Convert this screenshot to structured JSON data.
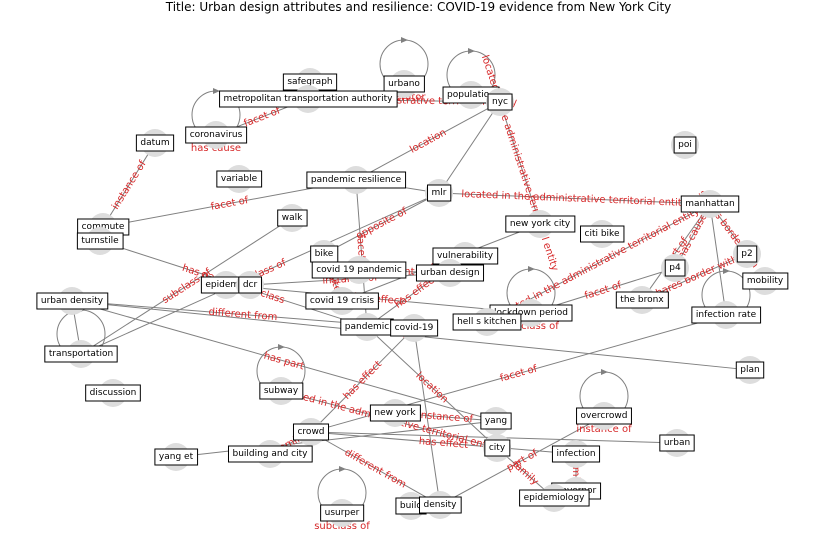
{
  "title": "Title: Urban design attributes and resilience: COVID-19 evidence from New York City",
  "colors": {
    "edge": "#808080",
    "edge_label": "#d62728",
    "node_fill": "#dddddd",
    "box_border": "#000000"
  },
  "nodes": [
    {
      "id": "safegraph",
      "label": "safegraph"
    },
    {
      "id": "urbano",
      "label": "urbano"
    },
    {
      "id": "population",
      "label": "population"
    },
    {
      "id": "nyc",
      "label": "nyc"
    },
    {
      "id": "mta",
      "label": "metropolitan transportation authority"
    },
    {
      "id": "datum",
      "label": "datum"
    },
    {
      "id": "coronavirus",
      "label": "coronavirus"
    },
    {
      "id": "poi",
      "label": "poi"
    },
    {
      "id": "variable",
      "label": "variable"
    },
    {
      "id": "pandemic_resilience",
      "label": "pandemic resilience"
    },
    {
      "id": "mlr",
      "label": "mlr"
    },
    {
      "id": "manhattan",
      "label": "manhattan"
    },
    {
      "id": "walk",
      "label": "walk"
    },
    {
      "id": "commute",
      "label": "commute"
    },
    {
      "id": "turnstile",
      "label": "turnstile"
    },
    {
      "id": "new_york_city",
      "label": "new york city"
    },
    {
      "id": "citi_bike",
      "label": "citi bike"
    },
    {
      "id": "bike",
      "label": "bike"
    },
    {
      "id": "vulnerability",
      "label": "vulnerability"
    },
    {
      "id": "p2",
      "label": "p2"
    },
    {
      "id": "covid19_pandemic",
      "label": "covid 19 pandemic"
    },
    {
      "id": "urban_design",
      "label": "urban design"
    },
    {
      "id": "p4",
      "label": "p4"
    },
    {
      "id": "mobility",
      "label": "mobility"
    },
    {
      "id": "epidemic",
      "label": "epidemic"
    },
    {
      "id": "dcr",
      "label": "dcr"
    },
    {
      "id": "urban_density",
      "label": "urban density"
    },
    {
      "id": "covid19_crisis",
      "label": "covid 19 crisis"
    },
    {
      "id": "the_bronx",
      "label": "the bronx"
    },
    {
      "id": "lockdown_period",
      "label": "lockdown period"
    },
    {
      "id": "infection_rate",
      "label": "infection rate"
    },
    {
      "id": "hells_kitchen",
      "label": "hell s kitchen"
    },
    {
      "id": "pandemic",
      "label": "pandemic"
    },
    {
      "id": "covid19",
      "label": "covid-19"
    },
    {
      "id": "transportation",
      "label": "transportation"
    },
    {
      "id": "plan",
      "label": "plan"
    },
    {
      "id": "discussion",
      "label": "discussion"
    },
    {
      "id": "subway",
      "label": "subway"
    },
    {
      "id": "new_york",
      "label": "new york"
    },
    {
      "id": "overcrowd",
      "label": "overcrowd"
    },
    {
      "id": "yang",
      "label": "yang"
    },
    {
      "id": "crowd",
      "label": "crowd"
    },
    {
      "id": "urban",
      "label": "urban"
    },
    {
      "id": "city",
      "label": "city"
    },
    {
      "id": "infection",
      "label": "infection"
    },
    {
      "id": "yang_et",
      "label": "yang et"
    },
    {
      "id": "building_and_city",
      "label": "building and city"
    },
    {
      "id": "governor",
      "label": "governor"
    },
    {
      "id": "epidemiology",
      "label": "epidemiology"
    },
    {
      "id": "usurper",
      "label": "usurper"
    },
    {
      "id": "build",
      "label": "build"
    },
    {
      "id": "density",
      "label": "density"
    }
  ],
  "edges": [
    {
      "from": "commute",
      "to": "datum",
      "label": "instance of"
    },
    {
      "from": "mta",
      "to": "coronavirus",
      "label": "facet of"
    },
    {
      "from": "coronavirus",
      "to": "coronavirus",
      "label": "has cause"
    },
    {
      "from": "urbano",
      "to": "urbano",
      "label": "operator"
    },
    {
      "from": "population",
      "to": "population",
      "label": ""
    },
    {
      "from": "mta",
      "to": "nyc",
      "label": "located in the administrative territorial entity"
    },
    {
      "from": "nyc",
      "to": "new_york_city",
      "label": "located in the administrative territorial entity"
    },
    {
      "from": "pandemic_resilience",
      "to": "nyc",
      "label": "location"
    },
    {
      "from": "commute",
      "to": "pandemic_resilience",
      "label": "facet of"
    },
    {
      "from": "mlr",
      "to": "manhattan",
      "label": "located in the administrative territorial entity"
    },
    {
      "from": "mlr",
      "to": "nyc",
      "label": ""
    },
    {
      "from": "pandemic_resilience",
      "to": "mlr",
      "label": ""
    },
    {
      "from": "bike",
      "to": "mlr",
      "label": "opposite of"
    },
    {
      "from": "pandemic_resilience",
      "to": "pandemic",
      "label": "facet of"
    },
    {
      "from": "manhattan",
      "to": "p2",
      "label": "shares border with"
    },
    {
      "from": "manhattan",
      "to": "p4",
      "label": "has cause"
    },
    {
      "from": "manhattan",
      "to": "the_bronx",
      "label": "part of"
    },
    {
      "from": "hells_kitchen",
      "to": "manhattan",
      "label": "located in the administrative territorial entity"
    },
    {
      "from": "the_bronx",
      "to": "p2",
      "label": "shares border with"
    },
    {
      "from": "lockdown_period",
      "to": "p4",
      "label": "facet of"
    },
    {
      "from": "infection_rate",
      "to": "infection_rate",
      "label": ""
    },
    {
      "from": "infection_rate",
      "to": "crowd",
      "label": "facet of"
    },
    {
      "from": "manhattan",
      "to": "infection_rate",
      "label": ""
    },
    {
      "from": "walk",
      "to": "transportation",
      "label": "subclass of"
    },
    {
      "from": "covid19_pandemic",
      "to": "urban_design",
      "label": "significant event"
    },
    {
      "from": "dcr",
      "to": "urban_design",
      "label": "instance of"
    },
    {
      "from": "covid19_crisis",
      "to": "new_york_city",
      "label": "location"
    },
    {
      "from": "pandemic",
      "to": "vulnerability",
      "label": "has effect"
    },
    {
      "from": "epidemic",
      "to": "lockdown_period",
      "label": "has effect"
    },
    {
      "from": "urban_density",
      "to": "plan",
      "label": "use"
    },
    {
      "from": "urban_density",
      "to": "transportation",
      "label": ""
    },
    {
      "from": "transportation",
      "to": "mlr",
      "label": "subclass of"
    },
    {
      "from": "turnstile",
      "to": "pandemic",
      "label": "has parts of the class"
    },
    {
      "from": "urban_density",
      "to": "yang",
      "label": "has part"
    },
    {
      "from": "transportation",
      "to": "transportation",
      "label": ""
    },
    {
      "from": "lockdown_period",
      "to": "lockdown_period",
      "label": "subclass of"
    },
    {
      "from": "subway",
      "to": "subway",
      "label": ""
    },
    {
      "from": "subway",
      "to": "city",
      "label": "located in the administrative territorial entity"
    },
    {
      "from": "crowd",
      "to": "covid19",
      "label": "has effect"
    },
    {
      "from": "pandemic",
      "to": "city",
      "label": "location"
    },
    {
      "from": "new_york",
      "to": "yang",
      "label": "instance of"
    },
    {
      "from": "overcrowd",
      "to": "overcrowd",
      "label": "instance of"
    },
    {
      "from": "crowd",
      "to": "infection",
      "label": "has effect"
    },
    {
      "from": "crowd",
      "to": "urban",
      "label": ""
    },
    {
      "from": "infection",
      "to": "governor",
      "label": "family"
    },
    {
      "from": "yang_et",
      "to": "yang",
      "label": ""
    },
    {
      "from": "building_and_city",
      "to": "crowd",
      "label": "family"
    },
    {
      "from": "crowd",
      "to": "density",
      "label": "different from"
    },
    {
      "from": "usurper",
      "to": "usurper",
      "label": "subclass of"
    },
    {
      "from": "density",
      "to": "overcrowd",
      "label": "part of"
    },
    {
      "from": "city",
      "to": "epidemiology",
      "label": "family"
    },
    {
      "from": "density",
      "to": "covid19",
      "label": ""
    },
    {
      "from": "bike",
      "to": "covid19_crisis",
      "label": "opposite of"
    },
    {
      "from": "urban_density",
      "to": "covid19",
      "label": "different from"
    }
  ]
}
